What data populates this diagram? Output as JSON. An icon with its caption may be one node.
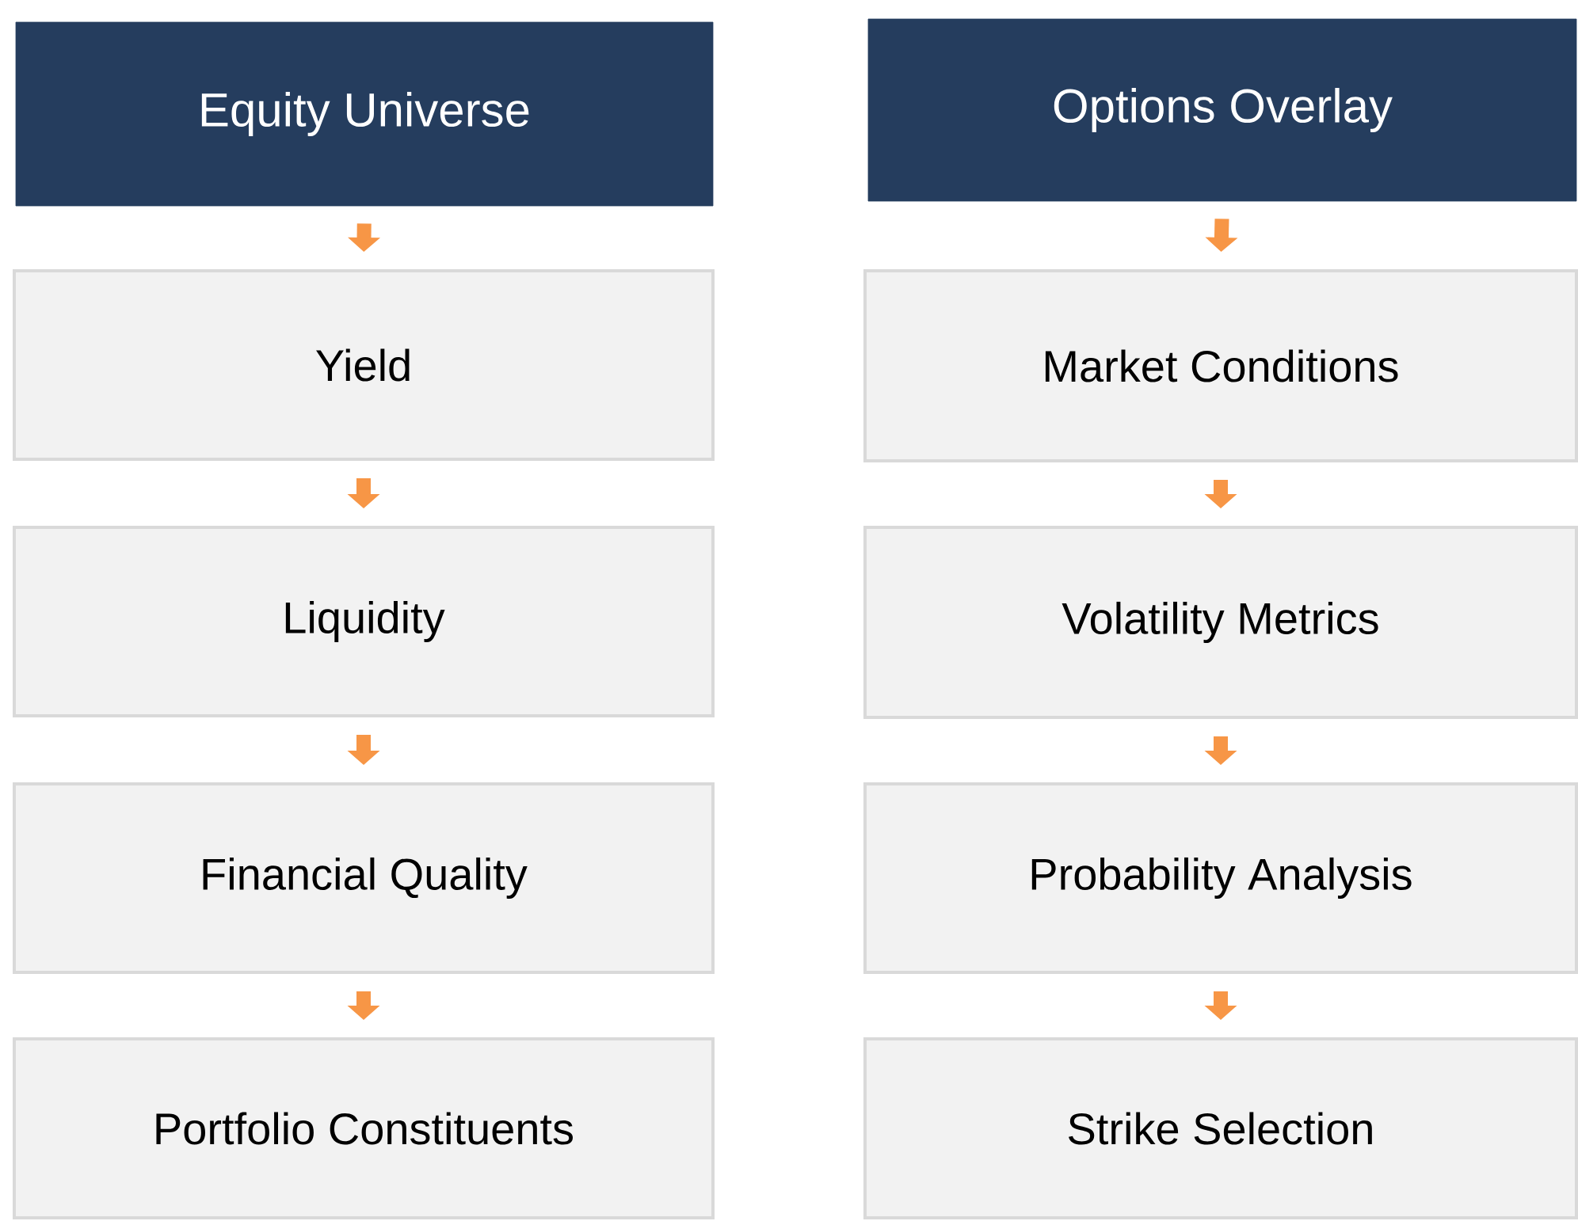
{
  "diagram": {
    "nodes": [
      {
        "text": [
          "Equity Universe"
        ]
      },
      {
        "text": [
          "Yield"
        ]
      },
      {
        "text": [
          "Liquidity"
        ]
      },
      {
        "text": [
          "Financial Quality"
        ]
      },
      {
        "text": [
          "Portfolio Constituents"
        ]
      },
      {
        "text": [
          "Options Overlay"
        ]
      },
      {
        "text": [
          "Market Conditions"
        ]
      },
      {
        "text": [
          "Volatility Metrics"
        ]
      },
      {
        "text": [
          "Probability Analysis"
        ]
      },
      {
        "text": [
          "Strike Selection"
        ]
      }
    ],
    "edges": [
      {
        "from": 0,
        "to": 1,
        "arrow": "to"
      },
      {
        "from": 1,
        "to": 2,
        "arrow": "to"
      },
      {
        "from": 2,
        "to": 3,
        "arrow": "to"
      },
      {
        "from": 3,
        "to": 4,
        "arrow": "to"
      },
      {
        "from": 5,
        "to": 6,
        "arrow": "to"
      },
      {
        "from": 6,
        "to": 7,
        "arrow": "to"
      },
      {
        "from": 7,
        "to": 8,
        "arrow": "to"
      },
      {
        "from": 8,
        "to": 9,
        "arrow": "to"
      }
    ]
  }
}
